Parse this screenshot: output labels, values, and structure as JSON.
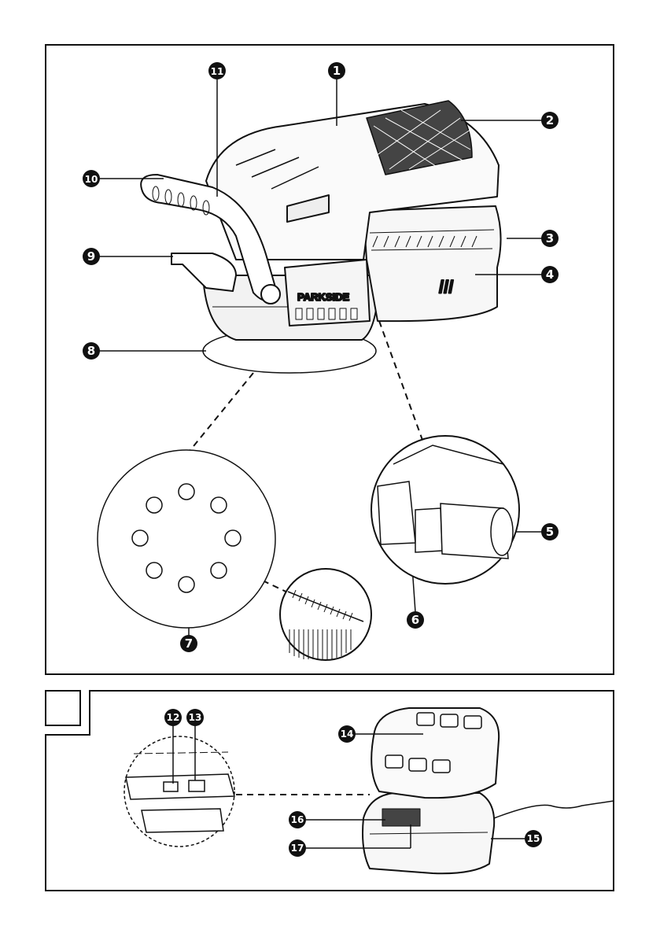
{
  "figure_a": {
    "brand_label": "PARKSIDE",
    "slash_mark": "///",
    "callouts": [
      {
        "num": "1"
      },
      {
        "num": "2"
      },
      {
        "num": "3"
      },
      {
        "num": "4"
      },
      {
        "num": "5"
      },
      {
        "num": "6"
      },
      {
        "num": "7"
      },
      {
        "num": "8"
      },
      {
        "num": "9"
      },
      {
        "num": "10"
      },
      {
        "num": "11"
      }
    ]
  },
  "figure_b": {
    "callouts": [
      {
        "num": "12"
      },
      {
        "num": "13"
      },
      {
        "num": "14"
      },
      {
        "num": "15"
      },
      {
        "num": "16"
      },
      {
        "num": "17"
      }
    ]
  },
  "colors": {
    "line": "#111111",
    "badge": "#111111",
    "background": "#ffffff"
  }
}
